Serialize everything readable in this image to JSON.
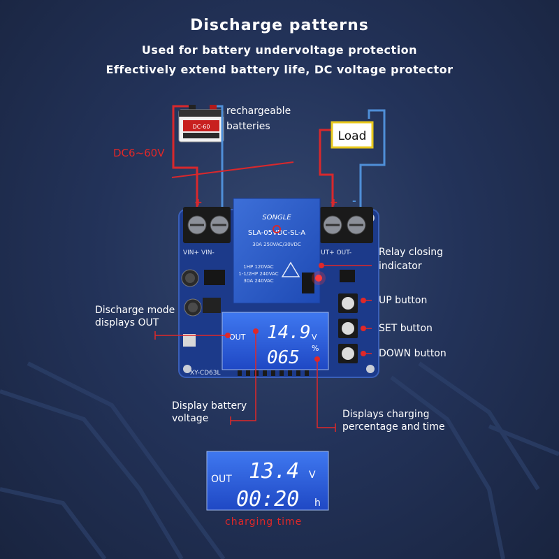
{
  "header": {
    "title": "Discharge patterns",
    "subtitle_1": "Used for battery undervoltage protection",
    "subtitle_2": "Effectively extend battery life, DC voltage protector"
  },
  "labels": {
    "battery_line1": "rechargeable",
    "battery_line2": "batteries",
    "voltage_range": "DC6~60V",
    "load": "Load",
    "relay_line1": "Relay closing",
    "relay_line2": "indicator",
    "up_button": "UP button",
    "set_button": "SET button",
    "down_button": "DOWN button",
    "mode_line1": "Discharge mode",
    "mode_line2": "displays OUT",
    "voltage_line1": "Display battery",
    "voltage_line2": "voltage",
    "charge_line1": "Displays charging",
    "charge_line2": "percentage and time",
    "charging_time": "charging time"
  },
  "board": {
    "terminal_in": "VIN+ VIN-",
    "terminal_out": "OUT+ OUT-",
    "relay_brand": "SONGLE",
    "relay_model": "SLA-05VDC-SL-A",
    "relay_spec1": "30A 250VAC/30VDC",
    "relay_spec2": "1HP 120VAC",
    "relay_spec3": "1-1/2HP 240VAC",
    "relay_spec4": "30A 240VAC",
    "model": "XY-CD63L",
    "plus": "+",
    "minus": "-",
    "battery_brand": "DC-60"
  },
  "lcd_main": {
    "mode": "OUT",
    "voltage": "14.9",
    "voltage_unit": "V",
    "percent": "065",
    "percent_unit": "%"
  },
  "lcd_second": {
    "mode": "OUT",
    "voltage": "13.4",
    "voltage_unit": "V",
    "time": "00:20",
    "time_unit": "h"
  },
  "colors": {
    "red_wire": "#d8282c",
    "blue_wire": "#4f8fd8",
    "lcd_blue": "#2a5bd6",
    "board_blue": "#1c3a8a",
    "load_box": "#e8c81c"
  }
}
